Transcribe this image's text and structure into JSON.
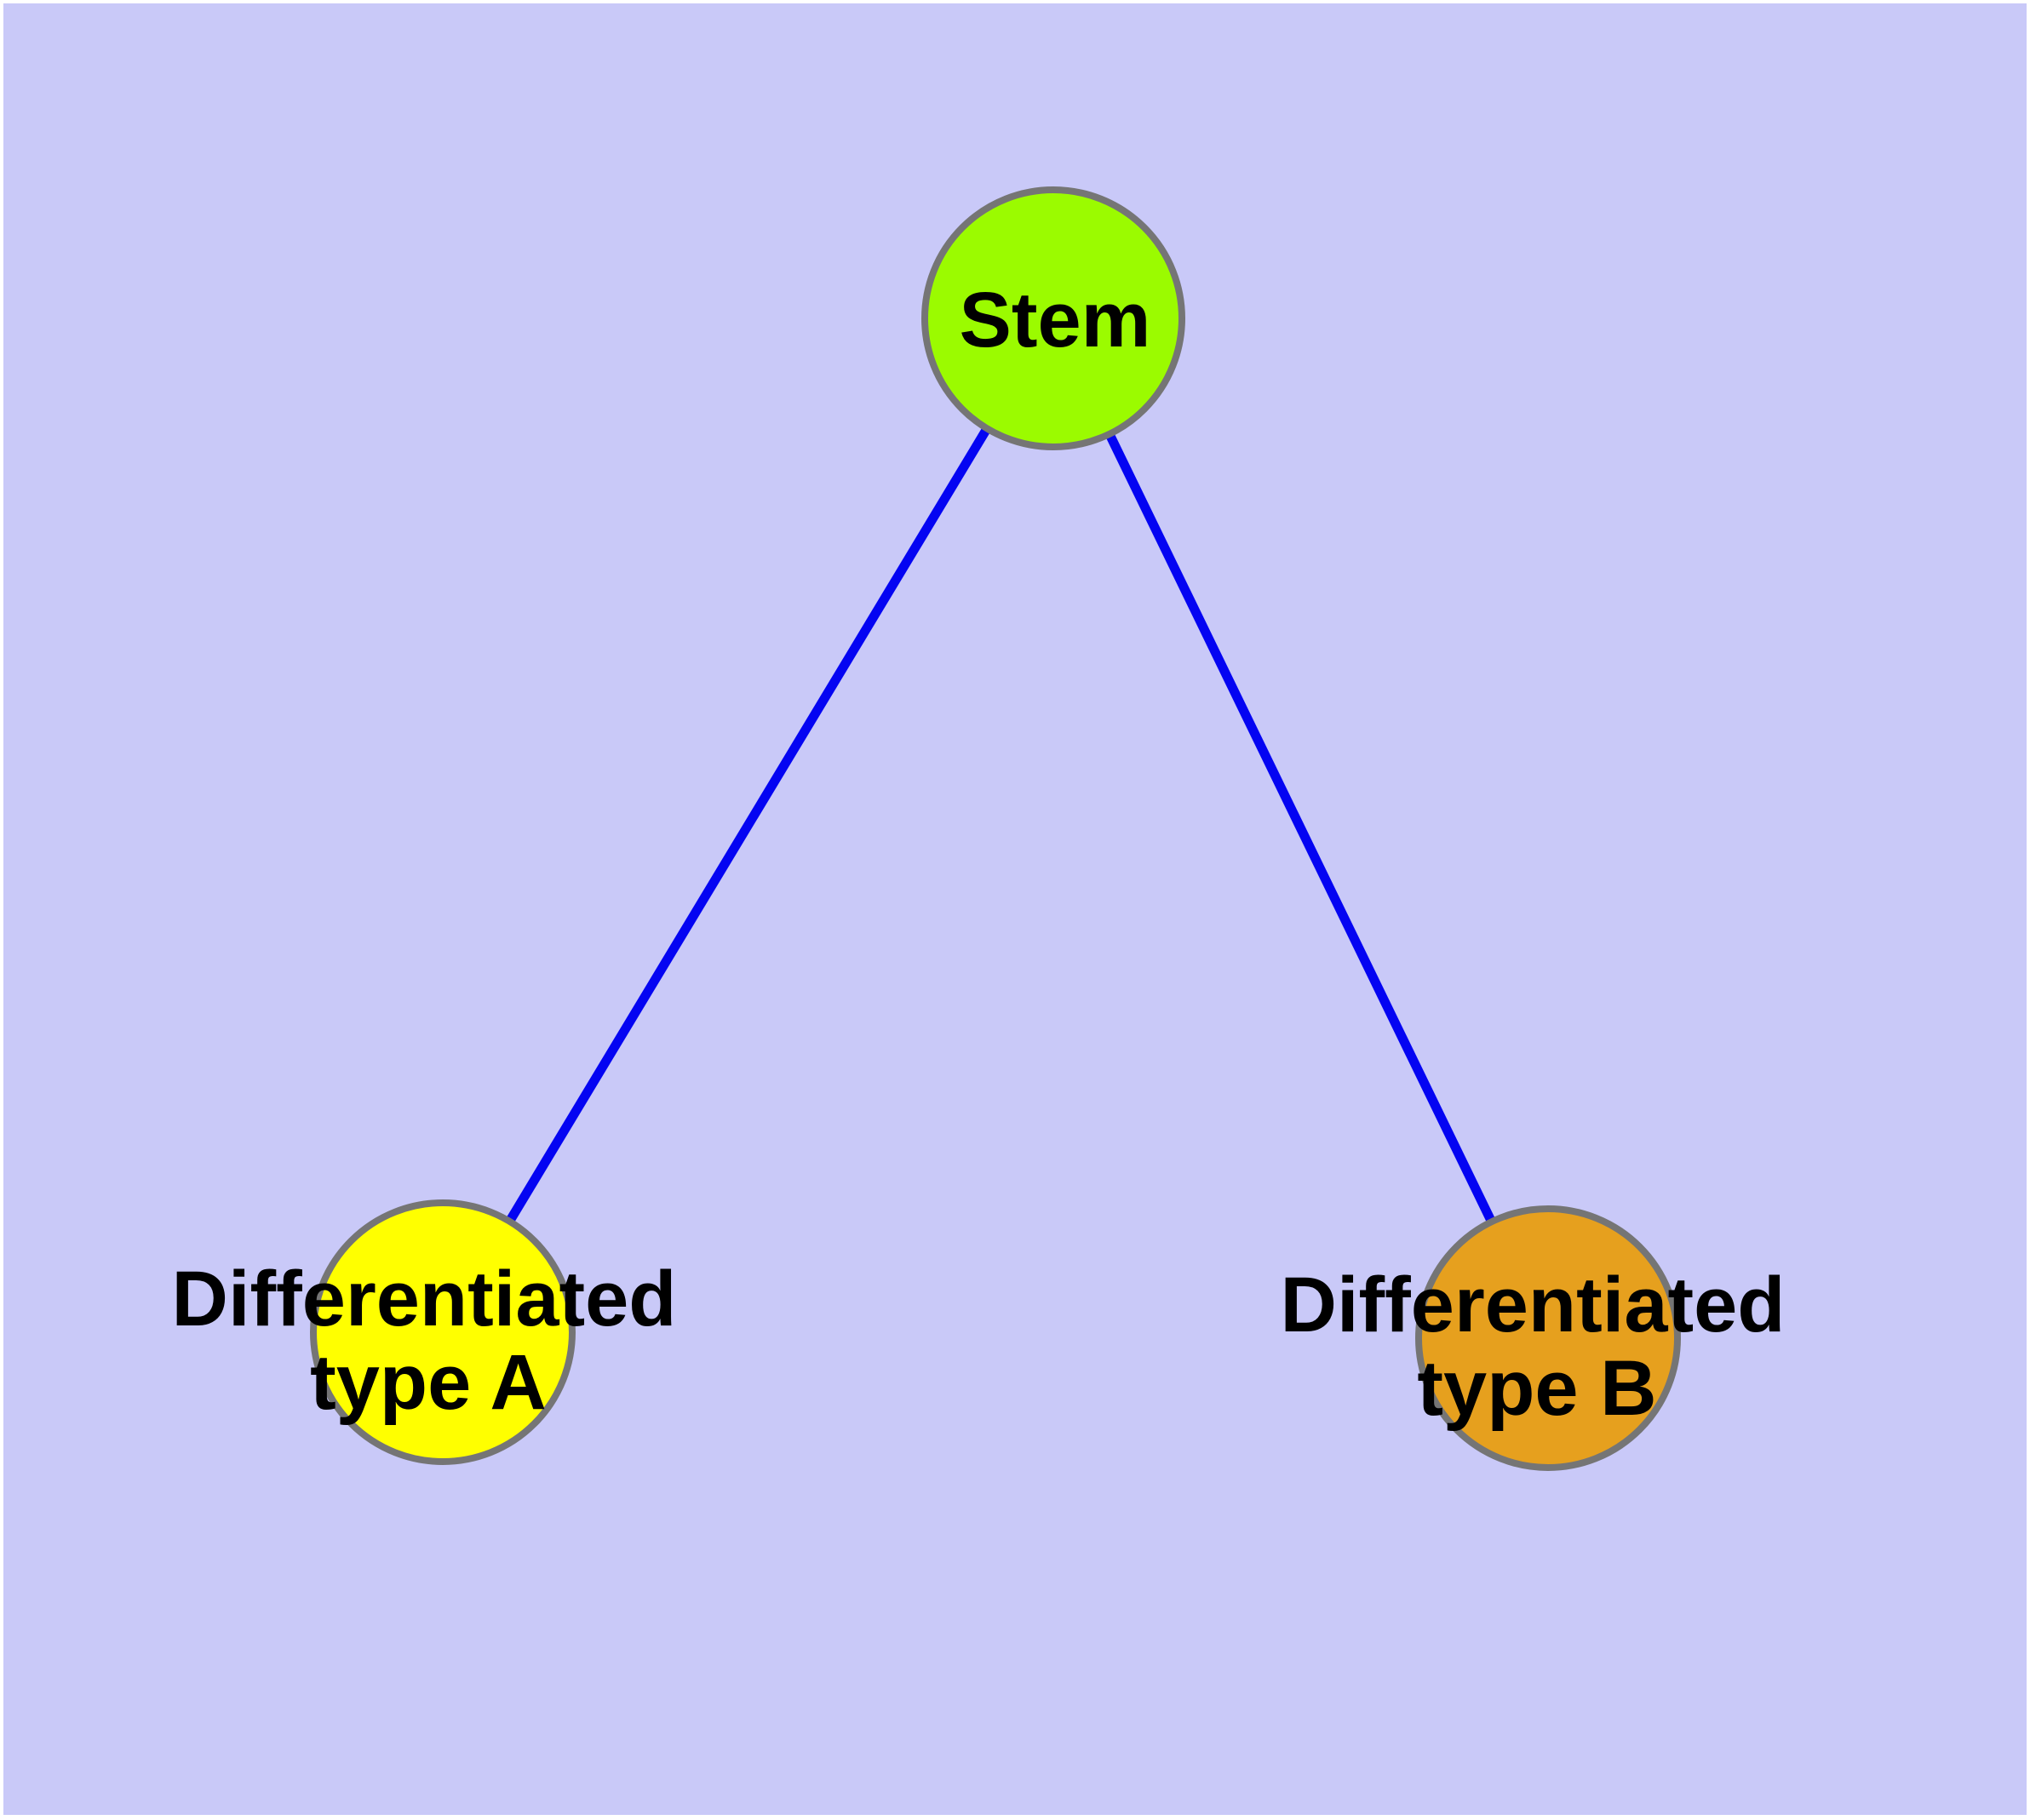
{
  "canvas": {
    "background_color": "#C9C9F8",
    "frame_color": "#FFFFFF"
  },
  "graph": {
    "edge_color": "#0404F2",
    "node_border_color": "#757575",
    "nodes": [
      {
        "id": "stem",
        "label": "Stem",
        "lines": [
          "Stem"
        ],
        "fill": "#9BFB00"
      },
      {
        "id": "differentiated-type-a",
        "label": "Differentiated type A",
        "lines": [
          "Differentiated",
          "type A"
        ],
        "fill": "#FFFF00"
      },
      {
        "id": "differentiated-type-b",
        "label": "Differentiated type B",
        "lines": [
          "Differentiated",
          "type B"
        ],
        "fill": "#E6A01E"
      }
    ],
    "edges": [
      {
        "from": "Stem",
        "to": "Differentiated type A"
      },
      {
        "from": "Stem",
        "to": "Differentiated type B"
      }
    ]
  }
}
